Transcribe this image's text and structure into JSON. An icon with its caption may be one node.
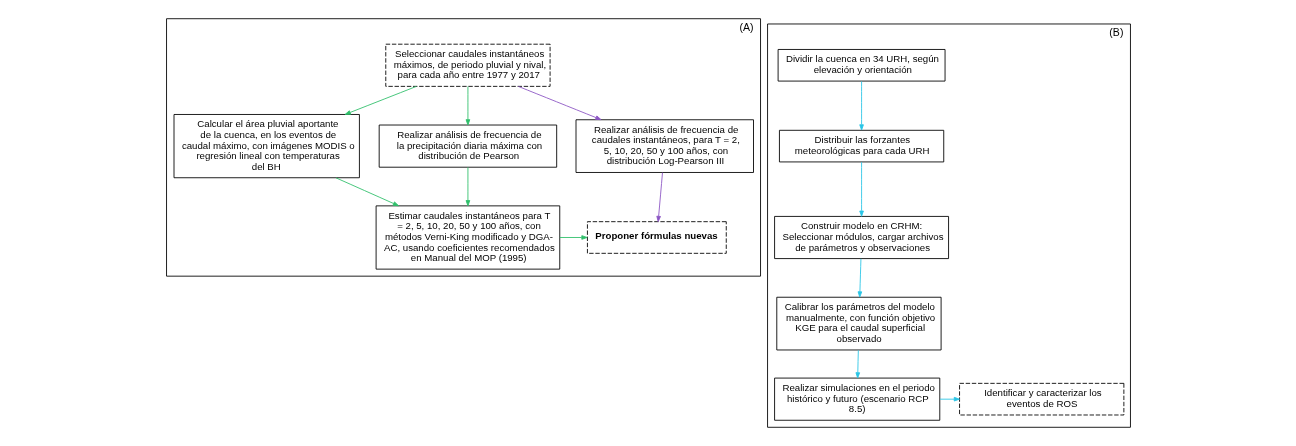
{
  "diagram": {
    "nodes": [
      {
        "text": [
          "(A)"
        ]
      },
      {
        "text": [
          "Seleccionar caudales instantáneos máximos, de periodo pluvial y nival, para cada año entre 1977 y 2017"
        ],
        "in": 0
      },
      {
        "text": [
          "Realizar análisis de frecuencia de caudales instantáneos, para T = 2, 5, 10, 20, 50 y 100 años, con distribución Log-Pearson III"
        ],
        "in": 0
      },
      {
        "text": [
          "Calcular el área pluvial aportante de la cuenca, en los eventos de caudal máximo, con imágenes MODIS o regresión lineal con temperaturas del BH"
        ],
        "in": 0
      },
      {
        "text": [
          "Realizar análisis de frecuencia de la precipitación diaria máxima con distribución de Pearson"
        ],
        "in": 0
      },
      {
        "text": [
          "Proponer fórmulas nuevas"
        ],
        "in": 0
      },
      {
        "text": [
          "Estimar caudales instantáneos para T = 2, 5, 10, 20, 50 y 100 años, con métodos Verni-King modificado y DGA-AC, usando coeficientes recomendados en Manual del MOP (1995)"
        ],
        "in": 0
      },
      {
        "text": [
          "(B)"
        ]
      },
      {
        "text": [
          "Dividir la cuenca en 34 URH, según elevación y orientación"
        ],
        "in": 7
      },
      {
        "text": [
          "Distribuir las forzantes meteorológicas para cada URH"
        ],
        "in": 7
      },
      {
        "text": [
          "Construir modelo en CRHM: Seleccionar módulos, cargar archivos de parámetros y observaciones"
        ],
        "in": 7
      },
      {
        "text": [
          "Calibrar los parámetros del modelo manualmente, con función objetivo KGE para el caudal superficial observado"
        ],
        "in": 7
      },
      {
        "text": [
          "Realizar simulaciones en el periodo histórico y futuro (escenario RCP 8.5)"
        ],
        "in": 7
      },
      {
        "text": [
          "Identificar y caracterizar los eventos de ROS"
        ],
        "in": 7
      }
    ],
    "edges": [
      {
        "from": 1,
        "to": 2,
        "arrow": "to",
        "color": "#8b55c4"
      },
      {
        "from": 1,
        "to": 3,
        "arrow": "to",
        "color": "#2fbf6a"
      },
      {
        "from": 1,
        "to": 4,
        "arrow": "to",
        "color": "#2fbf6a"
      },
      {
        "from": 3,
        "to": 6,
        "arrow": "to",
        "color": "#2fbf6a"
      },
      {
        "from": 4,
        "to": 6,
        "arrow": "to",
        "color": "#2fbf6a"
      },
      {
        "from": 6,
        "to": 5,
        "arrow": "to",
        "color": "#2fbf6a"
      },
      {
        "from": 2,
        "to": 5,
        "arrow": "to",
        "color": "#8b55c4"
      },
      {
        "from": 8,
        "to": 9,
        "arrow": "to",
        "color": "#29c5e6"
      },
      {
        "from": 9,
        "to": 10,
        "arrow": "to",
        "color": "#29c5e6"
      },
      {
        "from": 10,
        "to": 11,
        "arrow": "to",
        "color": "#29c5e6"
      },
      {
        "from": 11,
        "to": 12,
        "arrow": "to",
        "color": "#29c5e6"
      },
      {
        "from": 12,
        "to": 13,
        "arrow": "to",
        "color": "#29c5e6"
      }
    ]
  }
}
